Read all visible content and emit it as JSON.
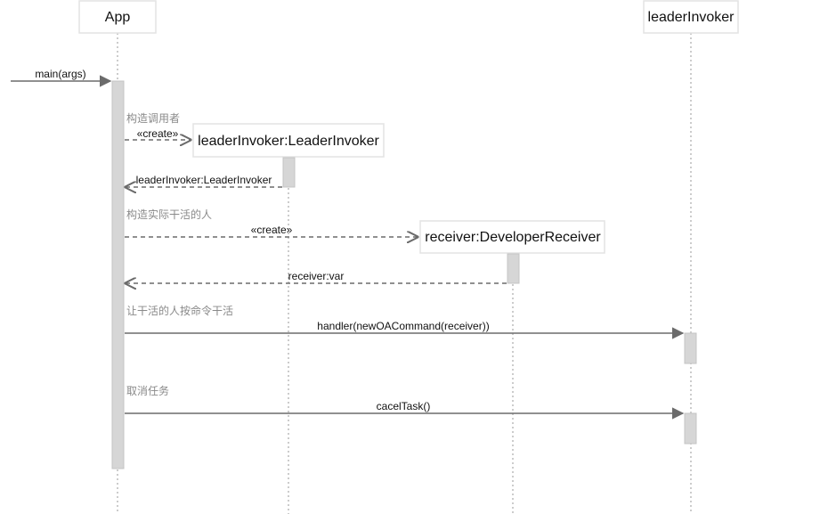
{
  "lifelines": {
    "app": "App",
    "leader": "leaderInvoker",
    "leader_created": "leaderInvoker:LeaderInvoker",
    "receiver_created": "receiver:DeveloperReceiver"
  },
  "messages": {
    "main": "main(args)",
    "create_leader": "«create»",
    "return_leader": "leaderInvoker:LeaderInvoker",
    "create_receiver": "«create»",
    "return_receiver": "receiver:var",
    "handler": "handler(newOACommand(receiver))",
    "cancel": "cacelTask()"
  },
  "notes": {
    "construct_invoker": "构造调用者",
    "construct_worker": "构造实际干活的人",
    "worker_do_command": "让干活的人按命令干活",
    "cancel_task": "取消任务"
  },
  "colors": {
    "line": "#6b6b6b",
    "activation": "#d6d6d6",
    "box_border": "#e3e3e3",
    "note_text": "#8a8a8a"
  }
}
